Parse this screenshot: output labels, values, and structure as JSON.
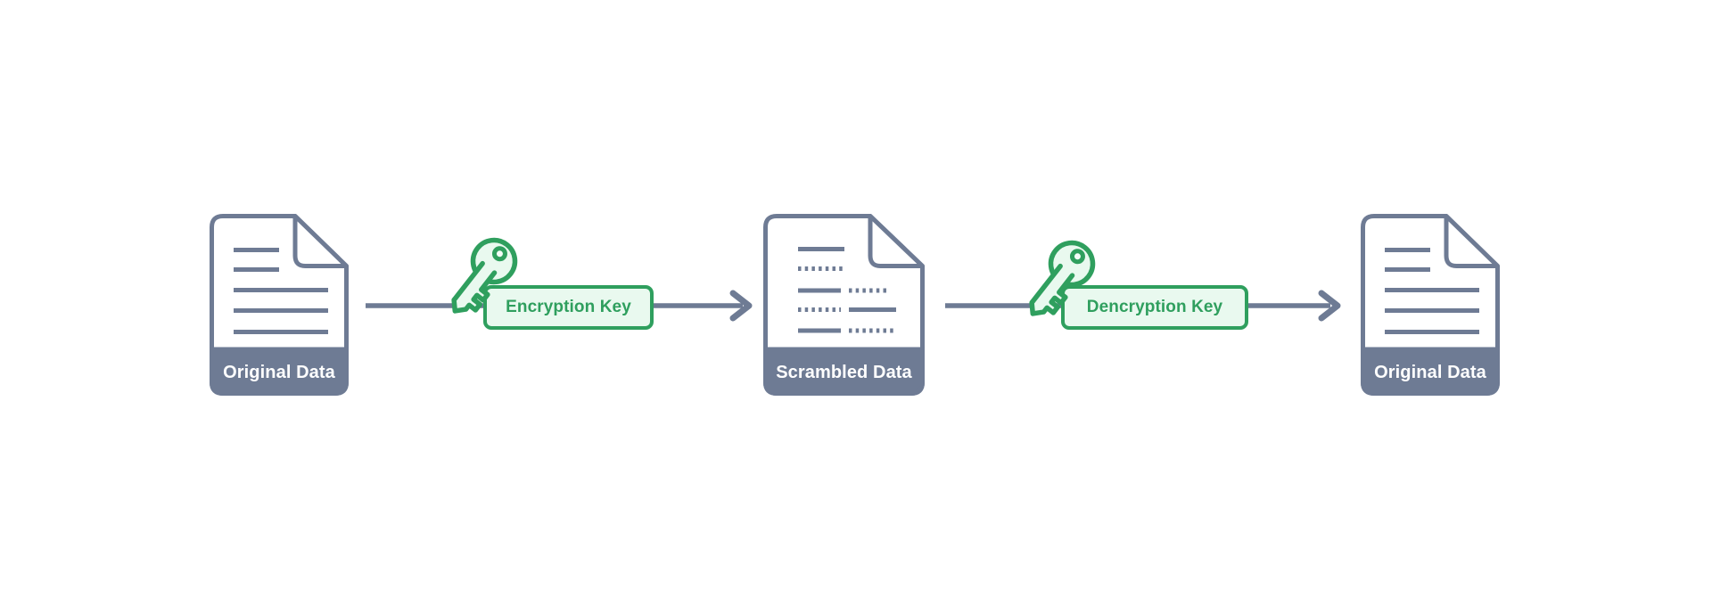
{
  "diagram": {
    "description": "Encryption and decryption flow",
    "background_color": "#ffffff",
    "palette": {
      "slate": "#6e7b94",
      "green": "#2f9f5e",
      "green_light_fill": "#e9f9ef",
      "document_fill": "#ffffff",
      "band_text": "#ffffff"
    },
    "nodes": [
      {
        "id": "original-data-1",
        "icon": "document-icon",
        "label": "Original Data"
      },
      {
        "id": "scrambled-data",
        "icon": "document-scrambled-icon",
        "label": "Scrambled Data"
      },
      {
        "id": "original-data-2",
        "icon": "document-icon",
        "label": "Original Data"
      }
    ],
    "keys": [
      {
        "id": "encryption-key",
        "icon": "key-icon",
        "label": "Encryption Key"
      },
      {
        "id": "dencryption-key",
        "icon": "key-icon",
        "label": "Dencryption Key"
      }
    ],
    "connectors": [
      {
        "from": "original-data-1",
        "to": "encryption-key",
        "arrowhead": false
      },
      {
        "from": "encryption-key",
        "to": "scrambled-data",
        "arrowhead": true
      },
      {
        "from": "scrambled-data",
        "to": "dencryption-key",
        "arrowhead": false
      },
      {
        "from": "dencryption-key",
        "to": "original-data-2",
        "arrowhead": true
      }
    ]
  }
}
